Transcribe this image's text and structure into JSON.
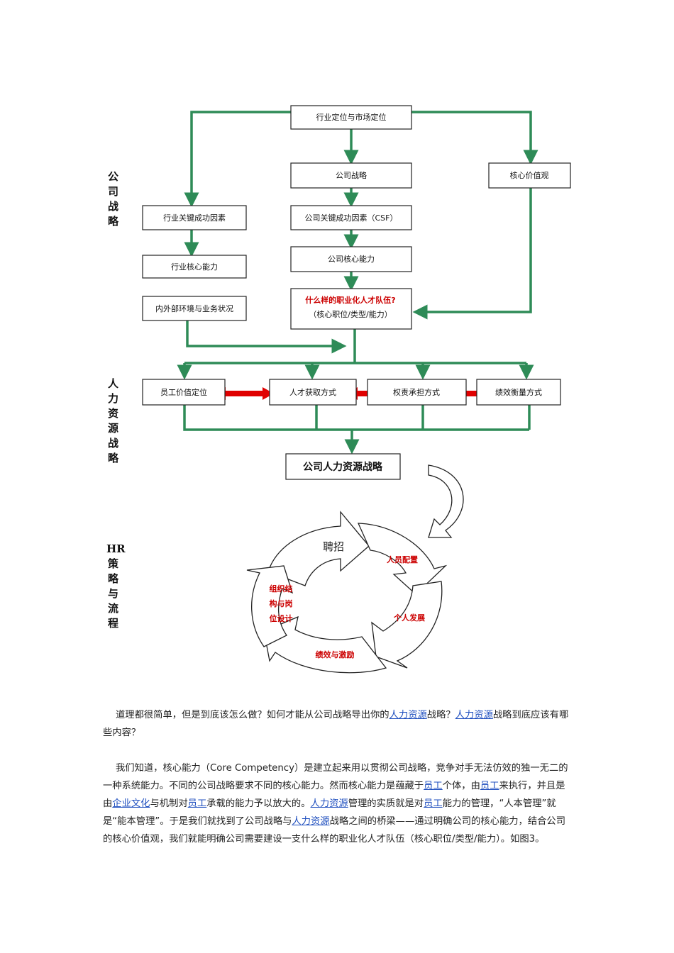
{
  "diagram": {
    "side_labels": {
      "company_strategy": [
        "公",
        "司",
        "战",
        "略"
      ],
      "hr_strategy": [
        "人",
        "力",
        "资",
        "源",
        "战",
        "略"
      ],
      "hr_process": [
        "HR",
        "策",
        "略",
        "与",
        "流",
        "程"
      ]
    },
    "boxes": {
      "industry_market": "行业定位与市场定位",
      "company_strategy": "公司战略",
      "core_values": "核心价值观",
      "industry_ksf": "行业关键成功因素",
      "company_csf": "公司关键成功因素（CSF）",
      "industry_core": "行业核心能力",
      "company_core": "公司核心能力",
      "environment": "内外部环境与业务状况",
      "talent_line1": "什么样的职业化人才队伍?",
      "talent_line2": "（核心职位/类型/能力）",
      "employee_value": "员工价值定位",
      "talent_acquire": "人才获取方式",
      "authority": "权责承担方式",
      "performance": "绩效衡量方式",
      "hr_strategy": "公司人力资源战略"
    },
    "cycle": {
      "recruit": "聘招",
      "staffing": "人员配置",
      "development": "个人发展",
      "performance": "绩效与激励",
      "org_line1": "组织结",
      "org_line2": "构与岗",
      "org_line3": "位设计"
    },
    "colors": {
      "arrow": "#2e8b57",
      "red_arrow": "#e00000",
      "box_border": "#222222"
    }
  },
  "paragraphs": {
    "p1": {
      "s1": "道理都很简单，但是到底该怎么做？如何才能从公司战略导出你的",
      "l1": "人力资源",
      "s2": "战略？",
      "l2": "人力资源",
      "s3": "战略到底应该有哪些内容？"
    },
    "p2": {
      "s1": "我们知道，核心能力（Core Competency）是建立起来用以贯彻公司战略，竞争对手无法仿效的独一无二的一种系统能力。不同的公司战略要求不同的核心能力。然而核心能力是蕴藏于",
      "l1": "员工",
      "s2": "个体，由",
      "l2": "员工",
      "s3": "来执行，并且是由",
      "l3": "企业文化",
      "s4": "与机制对",
      "l4": "员工",
      "s5": "承载的能力予以放大的。",
      "l5": "人力资源",
      "s6": "管理的实质就是对",
      "l6": "员工",
      "s7": "能力的管理，“人本管理”就是“能本管理”。于是我们就找到了公司战略与",
      "l7": "人力资源",
      "s8": "战略之间的桥梁——通过明确公司的核心能力，结合公司的核心价值观，我们就能明确公司需要建设一支什么样的职业化人才队伍（核心职位/类型/能力）。如图3。"
    }
  }
}
